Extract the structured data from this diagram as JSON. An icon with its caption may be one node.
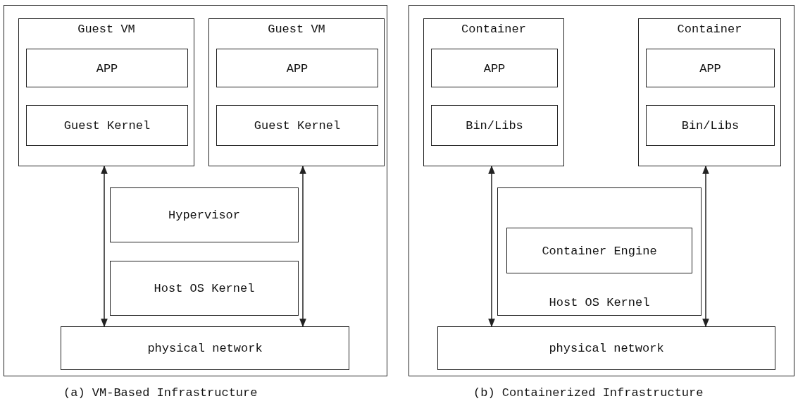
{
  "diagram": {
    "nodes": [
      {
        "text": [],
        "shape": "box"
      },
      {
        "text": [
          "Guest VM"
        ],
        "in": 0
      },
      {
        "text": [
          "APP"
        ],
        "in": 1
      },
      {
        "text": [
          "Guest Kernel"
        ],
        "in": 1
      },
      {
        "text": [
          "Guest VM"
        ],
        "in": 0
      },
      {
        "text": [
          "APP"
        ],
        "in": 4
      },
      {
        "text": [
          "Guest Kernel"
        ],
        "in": 4
      },
      {
        "text": [
          "Hypervisor"
        ],
        "in": 0
      },
      {
        "text": [
          "Host OS Kernel"
        ],
        "in": 0
      },
      {
        "text": [
          "physical network"
        ],
        "in": 0
      },
      {
        "text": [],
        "shape": "box"
      },
      {
        "text": [
          "Container"
        ],
        "in": 10
      },
      {
        "text": [
          "APP"
        ],
        "in": 11
      },
      {
        "text": [
          "Bin/Libs"
        ],
        "in": 11
      },
      {
        "text": [
          "Container"
        ],
        "in": 10
      },
      {
        "text": [
          "APP"
        ],
        "in": 14
      },
      {
        "text": [
          "Bin/Libs"
        ],
        "in": 14
      },
      {
        "text": [
          "Host OS Kernel"
        ],
        "in": 10
      },
      {
        "text": [
          "Container Engine"
        ],
        "in": 17
      },
      {
        "text": [
          "physical network"
        ],
        "in": 10
      }
    ],
    "edges": [
      {
        "from": 1,
        "to": 9,
        "arrow": "both"
      },
      {
        "from": 4,
        "to": 9,
        "arrow": "both"
      },
      {
        "from": 11,
        "to": 19,
        "arrow": "both"
      },
      {
        "from": 14,
        "to": 19,
        "arrow": "both"
      }
    ],
    "labels": [
      "(a) VM-Based Infrastructure",
      "(b) Containerized Infrastructure"
    ]
  }
}
